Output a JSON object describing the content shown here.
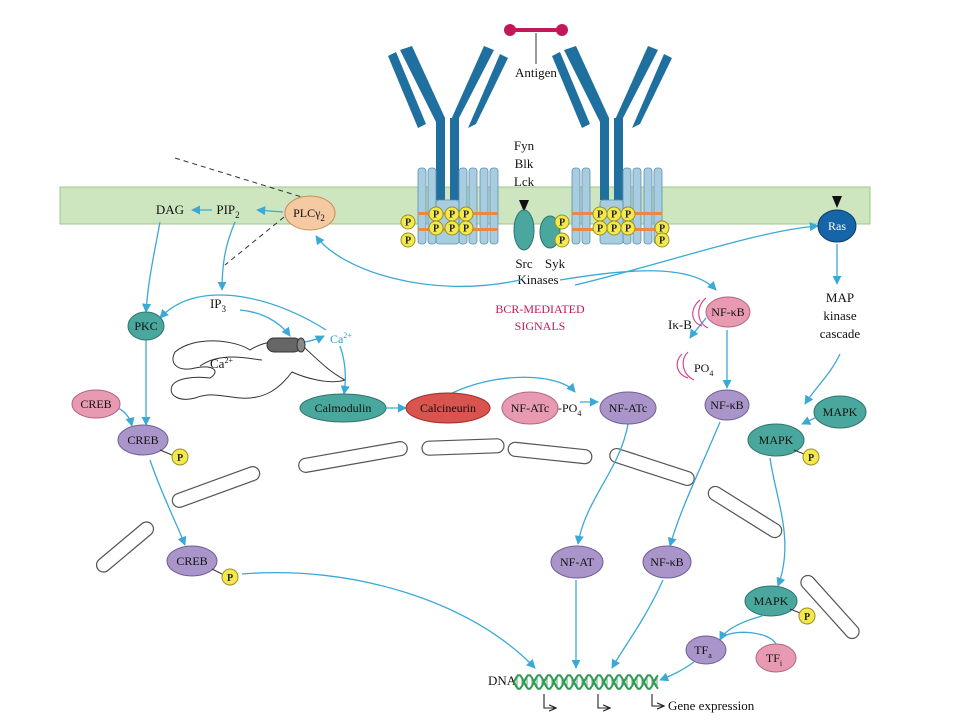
{
  "diagram": {
    "antigen": "Antigen",
    "membrane_kinases": [
      "Fyn",
      "Blk",
      "Lck"
    ],
    "src_kinase": "Src",
    "syk_kinase": "Syk",
    "kinases_caption": "Kinases",
    "bcr_title_line1": "BCR-MEDIATED",
    "bcr_title_line2": "SIGNALS",
    "phospho": "P",
    "dag": "DAG",
    "pip2": "PIP",
    "pip2_sub": "2",
    "plc": "PLCγ",
    "plc_sub": "2",
    "ip3": "IP",
    "ip3_sub": "3",
    "ca_right": "Ca",
    "ca_left": "Ca",
    "ca_sup": "2+",
    "pkc": "PKC",
    "creb": "CREB",
    "calmodulin": "Calmodulin",
    "calcineurin": "Calcineurin",
    "nfatc": "NF-ATc",
    "nfatc_po4": "-PO",
    "po4_sub": "4",
    "nfat": "NF-AT",
    "nfkb": "NF-κB",
    "ikb": "Iκ-B",
    "ikb_po4": "PO",
    "ras": "Ras",
    "map_cascade_line1": "MAP",
    "map_cascade_line2": "kinase",
    "map_cascade_line3": "cascade",
    "mapk": "MAPK",
    "tfa": "TF",
    "tfa_sub": "a",
    "tfi": "TF",
    "tfi_sub": "i",
    "dna": "DNA",
    "gene_expression": "Gene expression"
  },
  "colors": {
    "arrow": "#3aa9d6",
    "membrane": "#cde6c0",
    "membrane_edge": "#9cc98a",
    "receptor": "#1f6f9f",
    "receptor_light": "#a9cde0",
    "antigen": "#c2185b",
    "phospho": "#f3e94d",
    "teal": "#4aa79d",
    "lavender": "#a995c9",
    "pink": "#e89ab3",
    "red": "#d9534f",
    "peach": "#f5c9a2",
    "dna": "#2e9a52",
    "ras": "#1565a8",
    "bcr_text": "#c2185b",
    "ca_text": "#2a9fd0"
  }
}
